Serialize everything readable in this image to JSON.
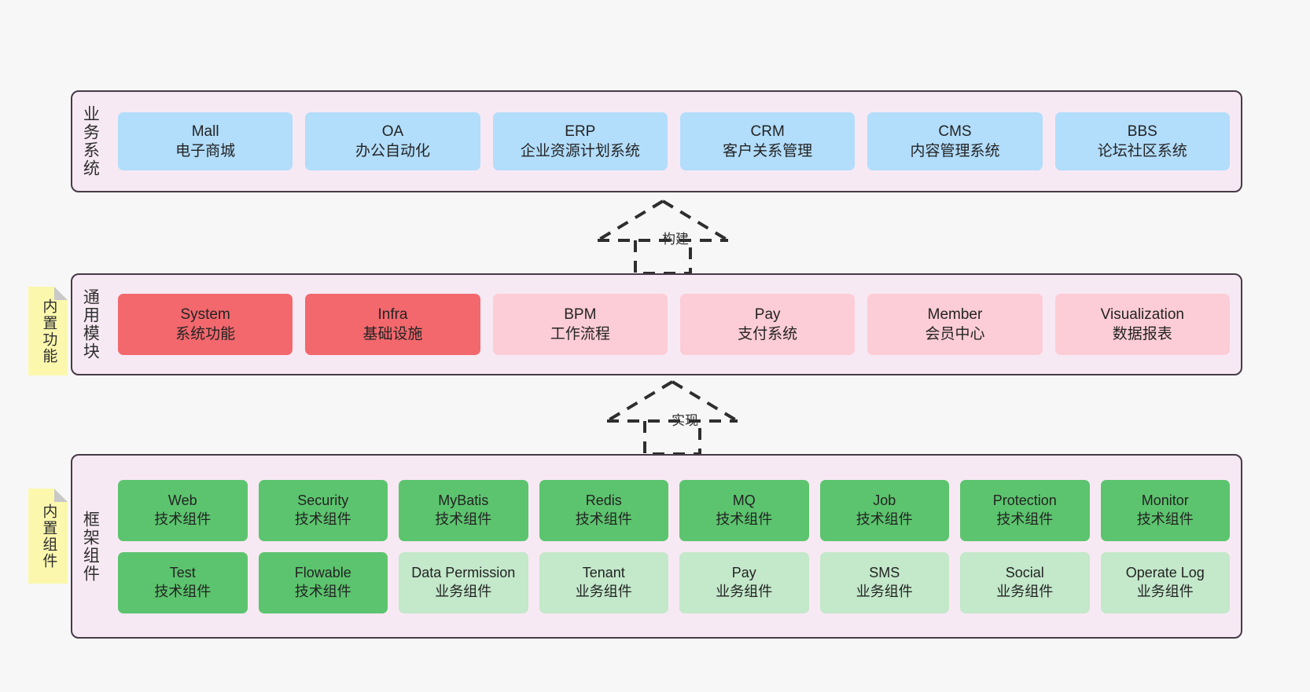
{
  "diagram": {
    "background_color": "#f7f7f7",
    "layer_fill": "#f7e9f3",
    "layer_border": "#463b47"
  },
  "business_layer": {
    "title": "业务系统",
    "color": "#b2ddfb",
    "cards": [
      {
        "name": "Mall",
        "desc": "电子商城"
      },
      {
        "name": "OA",
        "desc": "办公自动化"
      },
      {
        "name": "ERP",
        "desc": "企业资源计划系统"
      },
      {
        "name": "CRM",
        "desc": "客户关系管理"
      },
      {
        "name": "CMS",
        "desc": "内容管理系统"
      },
      {
        "name": "BBS",
        "desc": "论坛社区系统"
      }
    ]
  },
  "arrow_build": {
    "label": "构建",
    "style": "dashed-generalization"
  },
  "module_layer": {
    "title": "通用模块",
    "sticky": "内置功能",
    "sticky_color": "#fbf8ae",
    "highlight_color": "#f2686d",
    "normal_color": "#fccdd6",
    "cards": [
      {
        "name": "System",
        "desc": "系统功能",
        "color": "red"
      },
      {
        "name": "Infra",
        "desc": "基础设施",
        "color": "red"
      },
      {
        "name": "BPM",
        "desc": "工作流程",
        "color": "pink"
      },
      {
        "name": "Pay",
        "desc": "支付系统",
        "color": "pink"
      },
      {
        "name": "Member",
        "desc": "会员中心",
        "color": "pink"
      },
      {
        "name": "Visualization",
        "desc": "数据报表",
        "color": "pink"
      }
    ]
  },
  "arrow_implement": {
    "label": "实现",
    "style": "dashed-generalization"
  },
  "framework_layer": {
    "title": "框架组件",
    "sticky": "内置组件",
    "sticky_color": "#fbf8ae",
    "tech_color": "#5cc46e",
    "biz_color": "#c3e8ca",
    "row_top": [
      {
        "name": "Web",
        "desc": "技术组件",
        "color": "green"
      },
      {
        "name": "Security",
        "desc": "技术组件",
        "color": "green"
      },
      {
        "name": "MyBatis",
        "desc": "技术组件",
        "color": "green"
      },
      {
        "name": "Redis",
        "desc": "技术组件",
        "color": "green"
      },
      {
        "name": "MQ",
        "desc": "技术组件",
        "color": "green"
      },
      {
        "name": "Job",
        "desc": "技术组件",
        "color": "green"
      },
      {
        "name": "Protection",
        "desc": "技术组件",
        "color": "green"
      },
      {
        "name": "Monitor",
        "desc": "技术组件",
        "color": "green"
      }
    ],
    "row_bottom": [
      {
        "name": "Test",
        "desc": "技术组件",
        "color": "green"
      },
      {
        "name": "Flowable",
        "desc": "技术组件",
        "color": "green"
      },
      {
        "name": "Data Permission",
        "desc": "业务组件",
        "color": "lightgreen"
      },
      {
        "name": "Tenant",
        "desc": "业务组件",
        "color": "lightgreen"
      },
      {
        "name": "Pay",
        "desc": "业务组件",
        "color": "lightgreen"
      },
      {
        "name": "SMS",
        "desc": "业务组件",
        "color": "lightgreen"
      },
      {
        "name": "Social",
        "desc": "业务组件",
        "color": "lightgreen"
      },
      {
        "name": "Operate Log",
        "desc": "业务组件",
        "color": "lightgreen"
      }
    ]
  }
}
